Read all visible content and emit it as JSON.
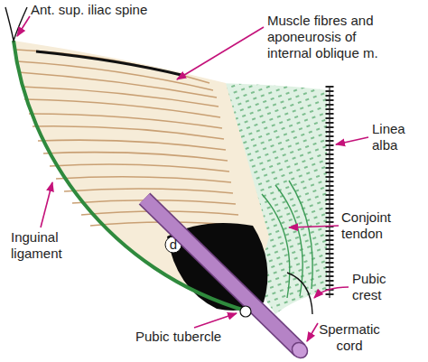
{
  "diagram": {
    "labels": [
      "Ant. sup. iliac spine",
      "Muscle fibres and aponeurosis of internal oblique m.",
      "Linea alba",
      "Inguinal ligament",
      "d",
      "Conjoint tendon",
      "Pubic crest",
      "Pubic tubercle",
      "Spermatic cord"
    ]
  }
}
